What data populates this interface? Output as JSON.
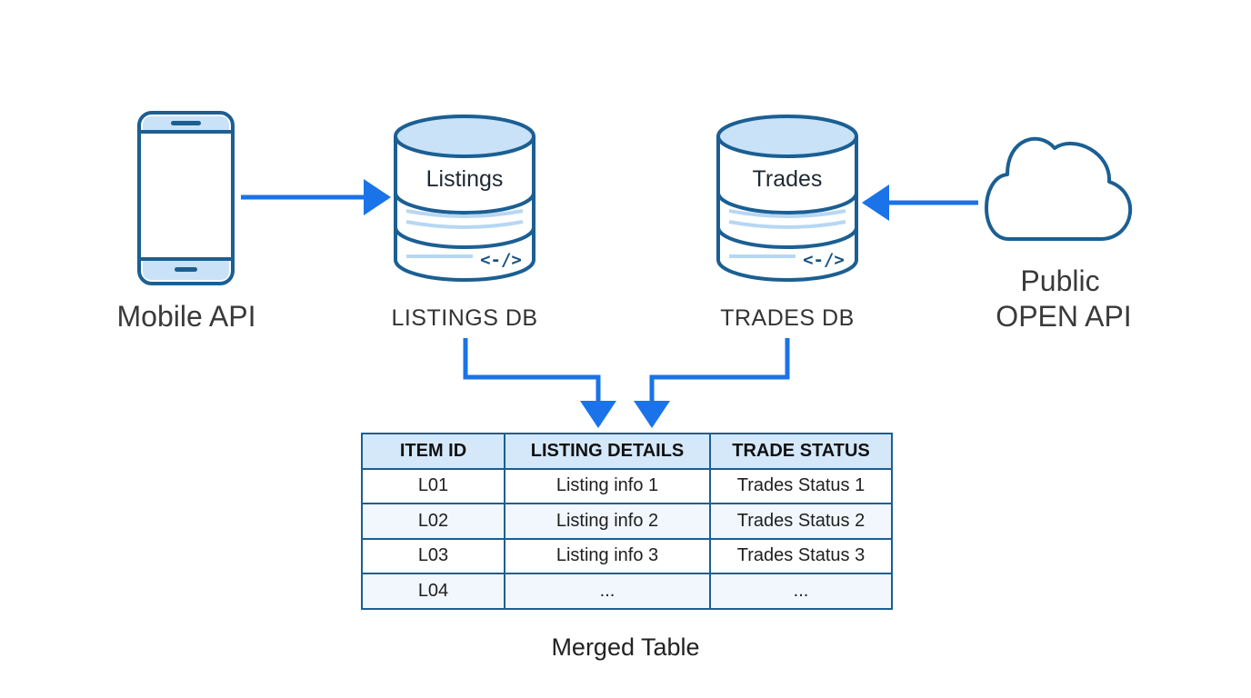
{
  "nodes": {
    "mobile": {
      "label": "Mobile API"
    },
    "listings_db": {
      "title": "Listings",
      "code": "<-/>",
      "label": "LISTINGS DB"
    },
    "trades_db": {
      "title": "Trades",
      "code": "<-/>",
      "label": "TRADES DB"
    },
    "open_api": {
      "label_line1": "Public",
      "label_line2": "OPEN API"
    }
  },
  "table": {
    "caption": "Merged Table",
    "columns": [
      "ITEM ID",
      "LISTING DETAILS",
      "TRADE STATUS"
    ],
    "rows": [
      [
        "L01",
        "Listing info 1",
        "Trades Status 1"
      ],
      [
        "L02",
        "Listing info 2",
        "Trades Status 2"
      ],
      [
        "L03",
        "Listing info 3",
        "Trades Status 3"
      ],
      [
        "L04",
        "...",
        "..."
      ]
    ]
  },
  "colors": {
    "outline": "#1b5f93",
    "fill_light": "#c9e2f8",
    "arrow": "#1a73e8",
    "header_fill": "#d4e8fa"
  }
}
